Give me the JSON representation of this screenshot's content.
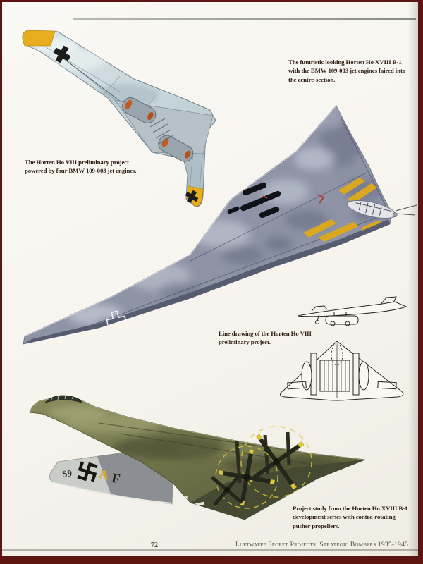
{
  "page": {
    "number": "72",
    "book_title": "Luftwaffe Secret Projects: Strategic Bombers 1935-1945"
  },
  "captions": {
    "ho18_top": "The futuristic looking Horten Ho XVIII B-1 with the BMW 109-003 jet engines faired into the centre-section.",
    "ho8_color": "The Horten Ho VIII preliminary project powered by four BMW 109-003 jet engines.",
    "ho8_line": "Line drawing of the Horten Ho VIII preliminary project.",
    "ho18_bottom": "Project study from the Horten Ho XVIII B-1 development series with contra-rotating pusher propellers."
  },
  "aircraft_markings": {
    "unit_code": "S9",
    "letter_a": "A",
    "letter_f": "F"
  },
  "palette": {
    "frame_border": "#5e1411",
    "page_background": "#f7f4ef",
    "caption_text": "#2a1b10",
    "footer_text": "#4d4d3d",
    "ho8_wing_pale_blue": "#ccdade",
    "wingtip_yellow": "#e2a41c",
    "ho18_wing_grey": "#8e93a6",
    "ho18_chevron_yellow": "#d9a81e",
    "ho18b_olive_green": "#6e7048",
    "tail_fin_grey": "#c9ccc7"
  }
}
